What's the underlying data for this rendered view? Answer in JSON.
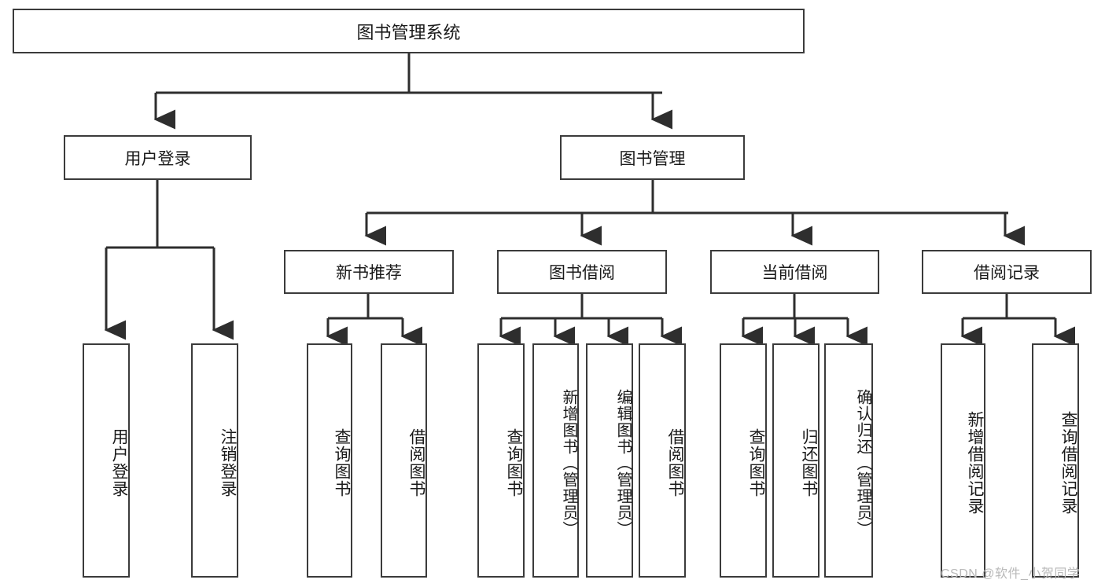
{
  "diagram": {
    "title": "图书管理系统",
    "type": "tree",
    "root": {
      "label": "图书管理系统"
    },
    "tier2": [
      {
        "label": "用户登录"
      },
      {
        "label": "图书管理"
      }
    ],
    "tier3": [
      {
        "label": "新书推荐"
      },
      {
        "label": "图书借阅"
      },
      {
        "label": "当前借阅"
      },
      {
        "label": "借阅记录"
      }
    ],
    "leaves": {
      "user_login": [
        {
          "label": "用户登录"
        },
        {
          "label": "注销登录"
        }
      ],
      "new_book_recommend": [
        {
          "label": "查询图书"
        },
        {
          "label": "借阅图书"
        }
      ],
      "book_borrow": [
        {
          "label": "查询图书"
        },
        {
          "label": "新增图书（管理员）"
        },
        {
          "label": "编辑图书（管理员）"
        },
        {
          "label": "借阅图书"
        }
      ],
      "current_borrow": [
        {
          "label": "查询图书"
        },
        {
          "label": "归还图书"
        },
        {
          "label": "确认归还（管理员）"
        }
      ],
      "borrow_record": [
        {
          "label": "新增借阅记录"
        },
        {
          "label": "查询借阅记录"
        }
      ]
    },
    "colors": {
      "stroke": "#3b3b3b",
      "text": "#1a1a1a",
      "background": "#ffffff",
      "watermark": "#b9b9b9"
    },
    "watermark": "CSDN @软件_小贺同学"
  }
}
